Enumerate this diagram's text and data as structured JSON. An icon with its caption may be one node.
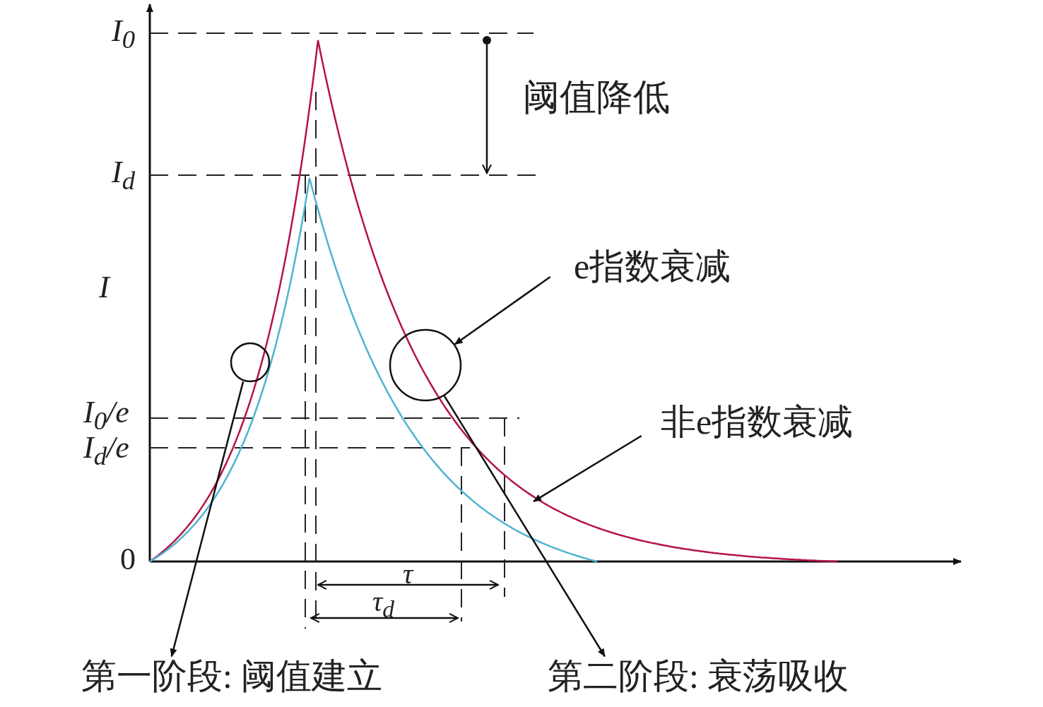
{
  "diagram": {
    "nodes": [
      {
        "text": [],
        "shape": "circle"
      },
      {
        "text": [
          "第一阶段: 阈值建立"
        ]
      },
      {
        "text": [],
        "shape": "circle"
      },
      {
        "text": [
          "第二阶段: 衰荡吸收"
        ]
      },
      {
        "text": [
          "e指数衰减"
        ]
      },
      {
        "text": [
          "非e指数衰减"
        ]
      }
    ],
    "edges": [
      {
        "from": 0,
        "to": 1,
        "arrow": "to"
      },
      {
        "from": 2,
        "to": 3,
        "arrow": "to"
      },
      {
        "from": 4,
        "to": 2,
        "arrow": "to"
      },
      {
        "from": 5,
        "to": null,
        "arrow": "to"
      }
    ],
    "labels": [
      "I$_{0}$",
      "阈值降低",
      "I$_{d}$",
      "I",
      "I$_{0}$/e",
      "I$_{d}$/e",
      "0",
      "τ",
      "τ$_{d}$"
    ]
  }
}
